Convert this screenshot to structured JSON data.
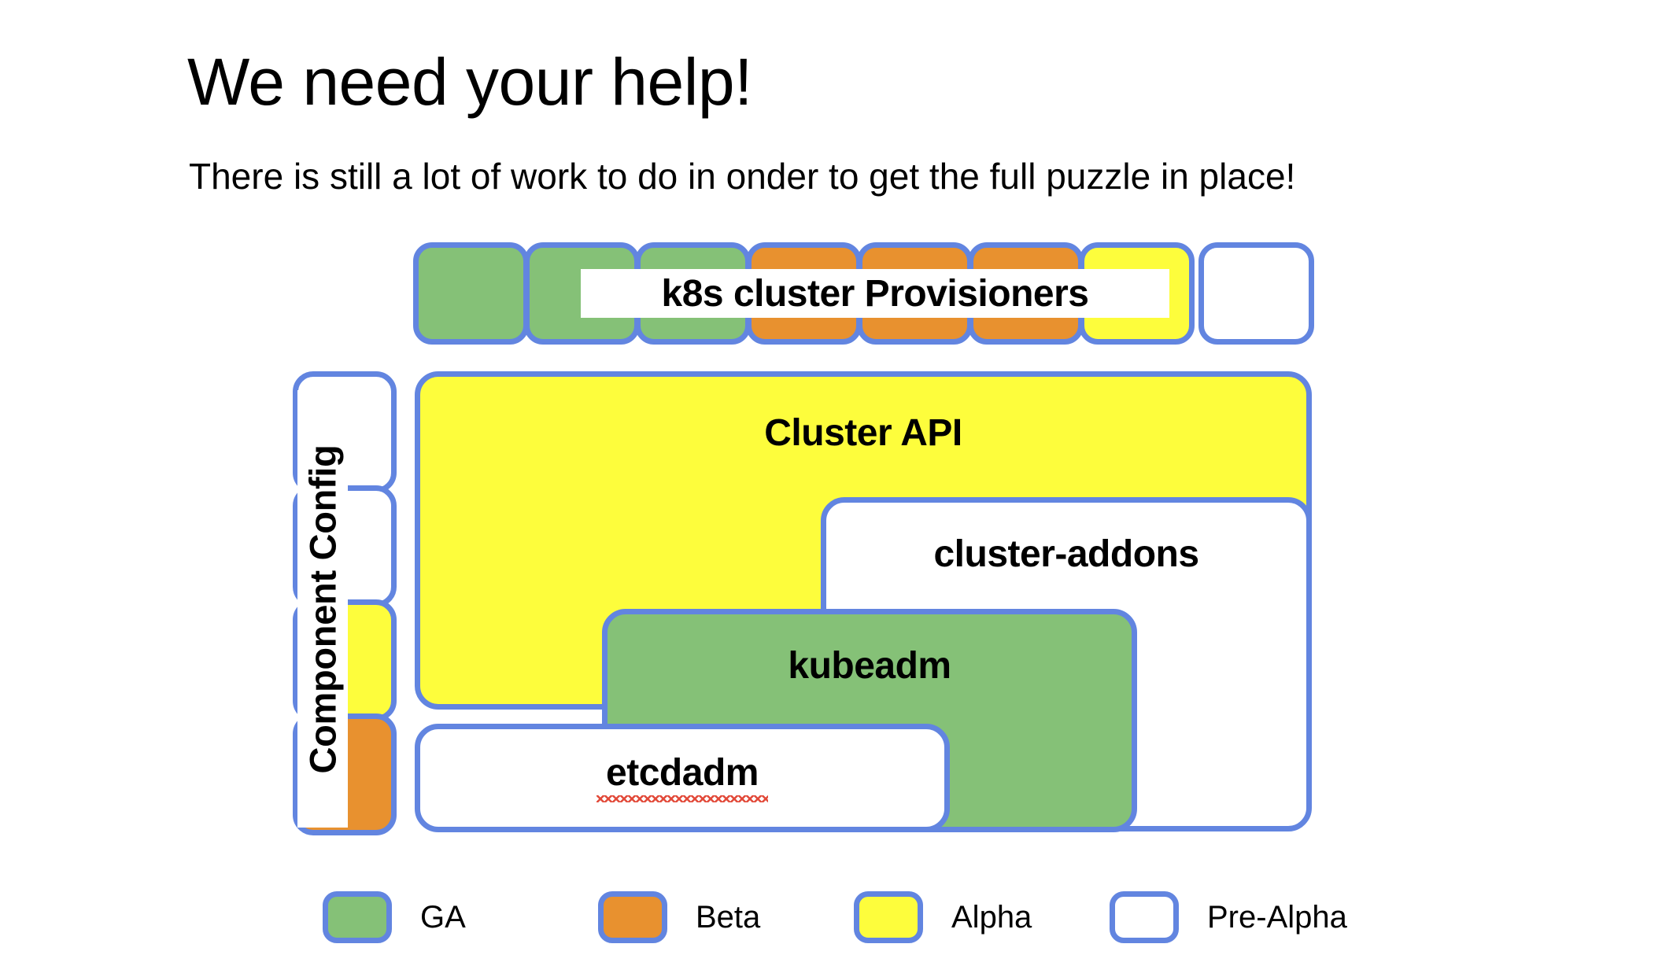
{
  "slide": {
    "title": "We need your help!",
    "subtitle": "There is still a lot of work to do in onder to get the full puzzle in place!"
  },
  "colors": {
    "ga": "#85c177",
    "beta": "#e8912f",
    "alpha": "#fdfd3c",
    "pre_alpha": "#ffffff",
    "border": "#6285e0",
    "background": "#ffffff",
    "text": "#000000",
    "spellcheck_underline": "#e24a3a"
  },
  "diagram": {
    "provisioners": {
      "label": "k8s cluster Provisioners",
      "blocks": [
        {
          "maturity": "GA",
          "color_key": "ga"
        },
        {
          "maturity": "GA",
          "color_key": "ga"
        },
        {
          "maturity": "GA",
          "color_key": "ga"
        },
        {
          "maturity": "Beta",
          "color_key": "beta"
        },
        {
          "maturity": "Beta",
          "color_key": "beta"
        },
        {
          "maturity": "Beta",
          "color_key": "beta"
        },
        {
          "maturity": "Alpha",
          "color_key": "alpha"
        },
        {
          "maturity": "Pre-Alpha",
          "color_key": "pre_alpha"
        }
      ]
    },
    "component_config": {
      "label": "Component Config",
      "blocks": [
        {
          "maturity": "Pre-Alpha",
          "color_key": "pre_alpha"
        },
        {
          "maturity": "Pre-Alpha",
          "color_key": "pre_alpha"
        },
        {
          "maturity": "Alpha",
          "color_key": "alpha"
        },
        {
          "maturity": "Beta",
          "color_key": "beta"
        }
      ]
    },
    "stack": [
      {
        "label": "Cluster API",
        "maturity": "Alpha",
        "color_key": "alpha"
      },
      {
        "label": "cluster-addons",
        "maturity": "Pre-Alpha",
        "color_key": "pre_alpha"
      },
      {
        "label": "kubeadm",
        "maturity": "GA",
        "color_key": "ga"
      },
      {
        "label": "etcdadm",
        "maturity": "Pre-Alpha",
        "color_key": "pre_alpha",
        "spellcheck_flagged": true
      }
    ]
  },
  "legend": {
    "items": [
      {
        "label": "GA",
        "color_key": "ga"
      },
      {
        "label": "Beta",
        "color_key": "beta"
      },
      {
        "label": "Alpha",
        "color_key": "alpha"
      },
      {
        "label": "Pre-Alpha",
        "color_key": "pre_alpha"
      }
    ]
  }
}
